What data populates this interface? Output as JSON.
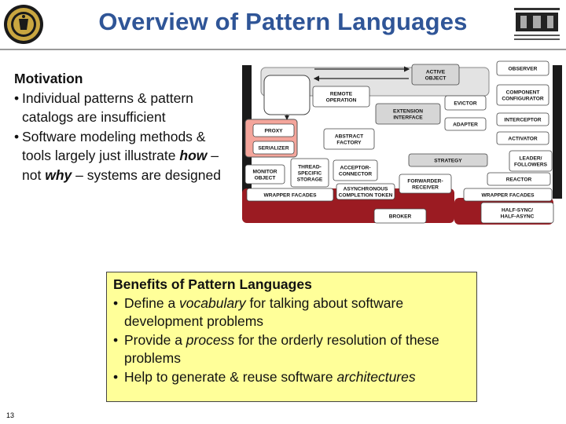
{
  "slide": {
    "title": "Overview of Pattern Languages",
    "page_number": "13"
  },
  "motivation": {
    "heading": "Motivation",
    "bullets": [
      "Individual patterns & pattern catalogs are insufficient",
      {
        "pre": "Software modeling methods & tools largely just illustrate ",
        "how": "how",
        "mid": " – not ",
        "why": "why",
        "post": " – systems are designed"
      }
    ]
  },
  "diagram": {
    "labels": {
      "active_object": "ACTIVE\nOBJECT",
      "observer": "OBSERVER",
      "remote_operation": "REMOTE\nOPERATION",
      "evictor": "EVICTOR",
      "component_configurator": "COMPONENT\nCONFIGURATOR",
      "extension_interface": "EXTENSION\nINTERFACE",
      "adapter": "ADAPTER",
      "interceptor": "INTERCEPTOR",
      "proxy": "PROXY",
      "abstract_factory": "ABSTRACT\nFACTORY",
      "activator": "ACTIVATOR",
      "serializer": "SERIALIZER",
      "strategy": "STRATEGY",
      "leader_followers": "LEADER/\nFOLLOWERS",
      "monitor_object": "MONITOR\nOBJECT",
      "thread_specific_storage": "THREAD-\nSPECIFIC\nSTORAGE",
      "acceptor_connector": "ACCEPTOR-\nCONNECTOR",
      "forwarder_receiver": "FORWARDER-\nRECEIVER",
      "reactor": "REACTOR",
      "wrapper_facades_left": "WRAPPER FACADES",
      "asynchronous_completion_token": "ASYNCHRONOUS\nCOMPLETION TOKEN",
      "wrapper_facades_right": "WRAPPER FACADES",
      "half_sync_half_async": "HALF-SYNC/\nHALF-ASYNC",
      "broker": "BROKER"
    }
  },
  "benefits": {
    "heading": "Benefits of Pattern Languages",
    "b1_pre": "Define a ",
    "b1_em": "vocabulary",
    "b1_post": " for talking about software development problems",
    "b2_pre": "Provide a ",
    "b2_em": "process",
    "b2_post": " for the orderly resolution of these problems",
    "b3_pre": "Help to generate & reuse software ",
    "b3_em": "architectures"
  },
  "colors": {
    "title": "#2f5597",
    "benefits_bg": "#ffff99",
    "box_gray": "#d6d6d6",
    "box_salmon": "#f4a59b",
    "box_red": "#9b1b22",
    "box_white": "#ffffff"
  },
  "icons": {
    "left_logo": "university-seal-icon",
    "right_logo": "institute-logo-icon"
  }
}
